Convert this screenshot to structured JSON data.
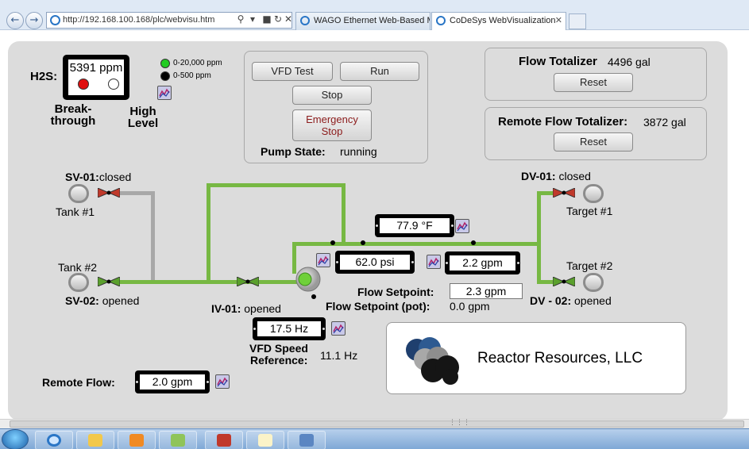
{
  "browser": {
    "address": "http://192.168.100.168/plc/webvisu.htm",
    "tabs": [
      {
        "label": "WAGO Ethernet Web-Based M...",
        "active": false
      },
      {
        "label": "CoDeSys WebVisualization",
        "active": true
      }
    ]
  },
  "h2s": {
    "label": "H2S:",
    "value": "5391 ppm",
    "breakthrough_label_1": "Break-",
    "breakthrough_label_2": "through",
    "high_level_label_1": "High",
    "high_level_label_2": "Level",
    "legend": [
      {
        "text": "0-20,000 ppm",
        "color": "#22cc22"
      },
      {
        "text": "0-500 ppm",
        "color": "#000000"
      }
    ],
    "breakthrough_color": "#e01010",
    "high_level_color": "#ffffff"
  },
  "pump_panel": {
    "vfd_test_label": "VFD Test",
    "run_label": "Run",
    "stop_label": "Stop",
    "estop_label_1": "Emergency",
    "estop_label_2": "Stop",
    "state_label": "Pump State:",
    "state_value": "running"
  },
  "flow_totalizer": {
    "label": "Flow Totalizer",
    "value": "4496 gal",
    "reset_label": "Reset"
  },
  "remote_flow_totalizer": {
    "label": "Remote Flow Totalizer:",
    "value": "3872 gal",
    "reset_label": "Reset"
  },
  "valves": {
    "sv01": {
      "label": "SV-01:",
      "state": "closed"
    },
    "sv02": {
      "label": "SV-02:",
      "state": "opened"
    },
    "iv01": {
      "label": "IV-01:",
      "state": "opened"
    },
    "dv01": {
      "label": "DV-01:",
      "state": "closed"
    },
    "dv02": {
      "label": "DV - 02:",
      "state": "opened"
    }
  },
  "tanks": {
    "tank1": "Tank #1",
    "tank2": "Tank #2",
    "target1": "Target #1",
    "target2": "Target #2"
  },
  "readings": {
    "temperature": "77.9 °F",
    "pressure": "62.0 psi",
    "flow": "2.2 gpm",
    "vfd_freq": "17.5 Hz",
    "remote_flow": "2.0 gpm"
  },
  "setpoints": {
    "flow_setpoint_label": "Flow Setpoint:",
    "flow_setpoint_value": "2.3 gpm",
    "flow_setpoint_pot_label": "Flow Setpoint (pot):",
    "flow_setpoint_pot_value": "0.0 gpm",
    "vfd_ref_label_1": "VFD Speed",
    "vfd_ref_label_2": "Reference:",
    "vfd_ref_value": "11.1 Hz",
    "remote_flow_label": "Remote Flow:"
  },
  "company": {
    "name": "Reactor Resources, LLC"
  },
  "colors": {
    "pipe_active": "#77b843",
    "pipe_inactive": "#a8a8a8",
    "valve_closed": "#c0392b",
    "valve_open": "#5aa02c"
  }
}
